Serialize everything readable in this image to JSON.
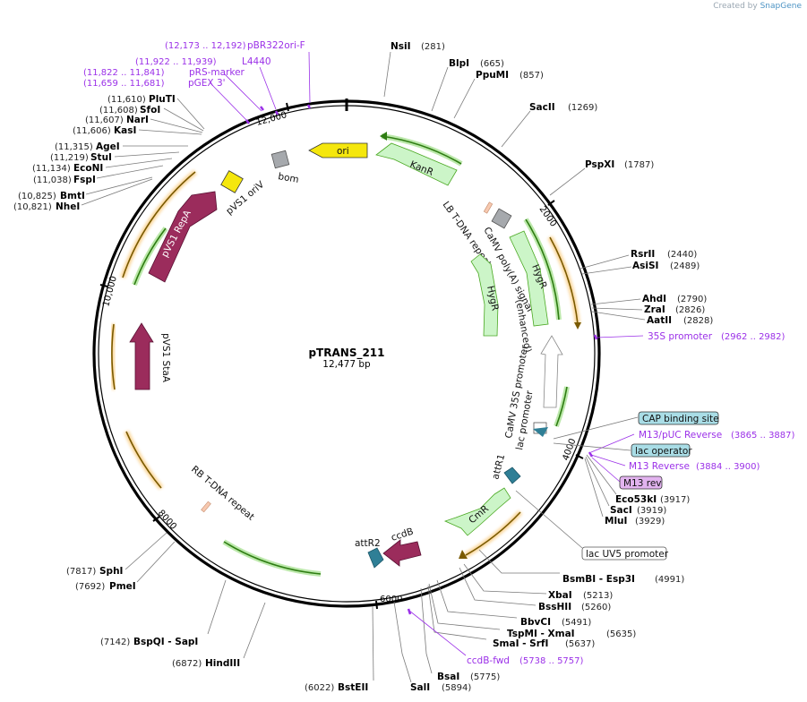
{
  "credit": {
    "prefix": "Created by",
    "brand": "SnapGene"
  },
  "plasmid": {
    "name": "pTRANS_211",
    "size": "12,477 bp"
  },
  "ticks": [
    "2000",
    "4000",
    "6000",
    "8000",
    "10,000",
    "12,000"
  ],
  "sites_right": [
    {
      "name": "NsiI",
      "pos": "(281)"
    },
    {
      "name": "BlpI",
      "pos": "(665)"
    },
    {
      "name": "PpuMI",
      "pos": "(857)"
    },
    {
      "name": "SacII",
      "pos": "(1269)"
    },
    {
      "name": "PspXI",
      "pos": "(1787)"
    },
    {
      "name": "RsrII",
      "pos": "(2440)"
    },
    {
      "name": "AsiSI",
      "pos": "(2489)"
    },
    {
      "name": "AhdI",
      "pos": "(2790)"
    },
    {
      "name": "ZraI",
      "pos": "(2826)"
    },
    {
      "name": "AatII",
      "pos": "(2828)"
    },
    {
      "name": "Eco53kI",
      "pos": "(3917)"
    },
    {
      "name": "SacI",
      "pos": "(3919)"
    },
    {
      "name": "MluI",
      "pos": "(3929)"
    },
    {
      "name": "BsmBI - Esp3I",
      "pos": "(4991)"
    },
    {
      "name": "XbaI",
      "pos": "(5213)"
    },
    {
      "name": "BssHII",
      "pos": "(5260)"
    },
    {
      "name": "BbvCI",
      "pos": "(5491)"
    },
    {
      "name": "TspMI - XmaI",
      "pos": "(5635)"
    },
    {
      "name": "SmaI - SrfI",
      "pos": "(5637)"
    },
    {
      "name": "BsaI",
      "pos": "(5775)"
    },
    {
      "name": "SalI",
      "pos": "(5894)"
    },
    {
      "name": "BstEII",
      "pos": "(6022)"
    }
  ],
  "sites_left": [
    {
      "name": "HindIII",
      "pos": "(6872)"
    },
    {
      "name": "BspQI - SapI",
      "pos": "(7142)"
    },
    {
      "name": "PmeI",
      "pos": "(7692)"
    },
    {
      "name": "SphI",
      "pos": "(7817)"
    },
    {
      "name": "NheI",
      "pos": "(10,821)"
    },
    {
      "name": "BmtI",
      "pos": "(10,825)"
    },
    {
      "name": "FspI",
      "pos": "(11,038)"
    },
    {
      "name": "EcoNI",
      "pos": "(11,134)"
    },
    {
      "name": "StuI",
      "pos": "(11,219)"
    },
    {
      "name": "AgeI",
      "pos": "(11,315)"
    },
    {
      "name": "KasI",
      "pos": "(11,606)"
    },
    {
      "name": "NarI",
      "pos": "(11,607)"
    },
    {
      "name": "SfoI",
      "pos": "(11,608)"
    },
    {
      "name": "PluTI",
      "pos": "(11,610)"
    }
  ],
  "primers": [
    {
      "name": "pBR322ori-F",
      "pos": "(12,173 .. 12,192)"
    },
    {
      "name": "L4440",
      "pos": "(11,922 .. 11,939)"
    },
    {
      "name": "pRS-marker",
      "pos": "(11,822 .. 11,841)"
    },
    {
      "name": "pGEX 3'",
      "pos": "(11,659 .. 11,681)"
    },
    {
      "name": "35S promoter",
      "pos": "(2962 .. 2982)"
    },
    {
      "name": "M13/pUC Reverse",
      "pos": "(3865 .. 3887)"
    },
    {
      "name": "M13 Reverse",
      "pos": "(3884 .. 3900)"
    },
    {
      "name": "ccdB-fwd",
      "pos": "(5738 .. 5757)"
    }
  ],
  "boxed": {
    "cap": "CAP binding site",
    "lacop": "lac operator",
    "m13rev": "M13 rev",
    "lacuv5": "lac UV5 promoter"
  },
  "features": {
    "ori": "ori",
    "kanr": "KanR",
    "bom": "bom",
    "pvs1_oriv": "pVS1 oriV",
    "pvs1_repa": "pVS1 RepA",
    "pvs1_staa": "pVS1 StaA",
    "lb": "LB T-DNA repeat",
    "camv_polya": "CaMV poly(A) signal",
    "hygr1": "HygR",
    "hygr2": "HygR",
    "enhanced": "(enhanced)",
    "camv35s": "CaMV 35S promoter",
    "lacp": "lac promoter",
    "attr1": "attR1",
    "cmr": "CmR",
    "ccdb": "ccdB",
    "attr2": "attR2",
    "rb": "RB T-DNA repeat"
  },
  "colors": {
    "ori": "#f5e70d",
    "resistance": "#ccf5c8",
    "repa": "#9b2c5c",
    "teal": "#2f7f96",
    "gray": "#a6a9ad",
    "orange": "#f5a623",
    "green": "#4aa822",
    "primer": "#9b30e8",
    "boxblue": "#a9dde6",
    "boxpurple": "#e2b3ef"
  }
}
